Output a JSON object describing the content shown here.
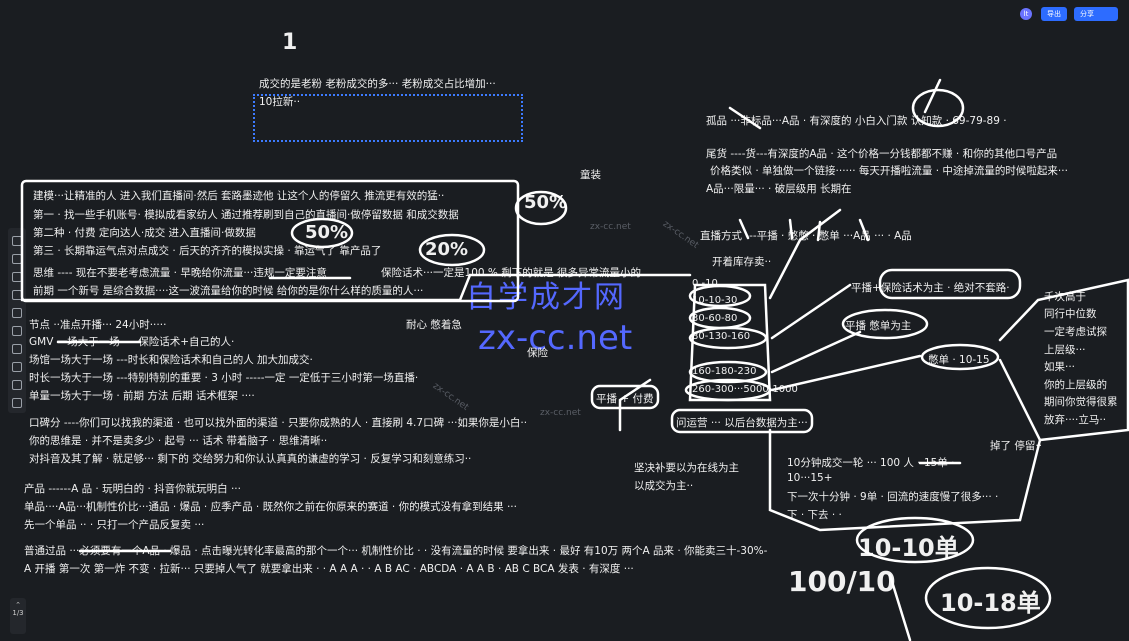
{
  "topbar": {
    "avatar": "lt",
    "export_label": "导出",
    "share_label": "分享"
  },
  "pager": {
    "page": "1/3"
  },
  "notes": {
    "n1a": "成交的是老粉 老粉成交的多··· 老粉成交占比增加···",
    "n1b": "10拉新··",
    "l1": "建模···让精准的人 进入我们直播间·然后 套路墨迹他 让这个人的停留久 推流更有效的猛··",
    "l2": "第一 · 找一些手机账号· 模拟成看家纺人 通过推荐刷到自己的直播间·做停留数据 和成交数据",
    "l3": "第二种 · 付费 定向达人·成交 进入直播间·做数据",
    "l4": "第三 · 长期靠运气点对点成交 · 后天的齐齐的模拟实操 · 靠运气了 靠产品了",
    "l5": "思维 ---- 现在不要老考虑流量 · 早晚给你流量···违规一定要注意",
    "l5b": "保险话术···一定是100 % 剩下的就是 很多异常流量小的",
    "l6": "前期 一个新号 是综合数据····这一波流量给你的时候 给你的是你什么样的质量的人···",
    "l7": "节点 ··准点开播··· 24小时·····",
    "l8": "GMV 一场大于一场 ----保险话术+自己的人·",
    "l9": "场馆一场大于一场 ---时长和保险话术和自己的人 加大加成交·",
    "l10": "时长一场大于一场 ---特别特别的重要 · 3 小时 -----一定 一定低于三小时第一场直播·",
    "l11": "单量一场大于一场 · 前期 方法 后期 话术框架 ····",
    "l12": "口碑分 ----你们可以找我的渠道 · 也可以找外面的渠道 · 只要你成熟的人 · 直接刷 4.7口碑 ···如果你是小白··",
    "l13": "你的思维是 · 并不是卖多少 · 起号 ··· 话术 带着脑子 · 思维清晰··",
    "l14": "对抖音及其了解 · 就足够··· 剩下的 交给努力和你认认真真的谦虚的学习 · 反复学习和刻意练习··",
    "l15": "产品 ------A 品 · 玩明白的 · 抖音你就玩明白 ···",
    "l16": "单品····A品···机制性价比···通品 · 爆品 · 应季产品 · 既然你之前在你原来的赛道 · 你的模式没有拿到结果 ···",
    "l17": "先一个单品 ·· · 只打一个产品反复卖 ···",
    "l18": "普通过品 ···必须要有一个A品 · 爆品 · 点击曝光转化率最高的那个一个··· 机制性价比 · · 没有流量的时候 要拿出来 · 最好 有10万 两个A 品来 · 你能卖三十-30%-",
    "l19": "A 开播 第一次 第一炸 不变 · 拉新··· 只要掉人气了 就要拿出来 · · A A A · ·  A B AC · ABCDA · A A B · AB C BCA 发表 · 有深度 ···",
    "m_tongzhuang": "童装",
    "m_naixin": "耐心 憋着急",
    "m_baoxian": "保险",
    "r1": "孤品 ···非标品···A品 · 有深度的 小白入门款 认知款 · 69-79-89 ·",
    "r2": "尾货 ----货---有深度的A品 · 这个价格一分钱都都不赚 · 和你的其他口号产品",
    "r3": "价格类似 · 单独做一个链接······ 每天开播啦流量 · 中途掉流量的时候啦起来···",
    "r4": "A品···限量··· · 破层级用 长期在",
    "r5": "直播方式 ---平播 · 憋憋 · 憋单 ···A品 ··· · A品",
    "r6": "开着库存卖··",
    "r7": "平播+保险话术为主 · 绝对不套路·",
    "r8": "平播 憋单为主",
    "r9": "憋单 · 10-15",
    "r10": "平播 + 付费",
    "r11": "问运营 ··· 以后台数据为主···",
    "nums": [
      "0 -10",
      "10-10-30",
      "30-60-80",
      "80-130-160",
      "160-180-230",
      "260-300···5000-1000"
    ],
    "s1": "千次高于",
    "s2": "同行中位数",
    "s3": "一定考虑试探",
    "s4": "上层级···",
    "s5": "如果···",
    "s6": "你的上层级的",
    "s7": "期间你觉得很累",
    "s8": "放弃····立马··",
    "d1": "掉了 停留··",
    "k1": "坚决补要以为在线为主",
    "k2": "以成交为主··",
    "q1": "10分钟成交一轮 ··· 100 人 · 15单 ·",
    "q2": "10···15+",
    "q3": "下一次十分钟 · 9单 · 回流的速度慢了很多··· ·",
    "q4": "下 · 下去 · ·",
    "h_num1": "1",
    "h_50a": "50%",
    "h_50b": "50%",
    "h_20": "20%",
    "h_10": "10-10单",
    "h_100": "100/10",
    "h_big": "10-18单"
  },
  "watermark": {
    "big1": "自学成才网",
    "big2": "zx-cc.net",
    "small": "zx-cc.net"
  },
  "colors": {
    "accent": "#2d6cff",
    "watermark": "#5468ff",
    "ink": "#ffffff"
  }
}
